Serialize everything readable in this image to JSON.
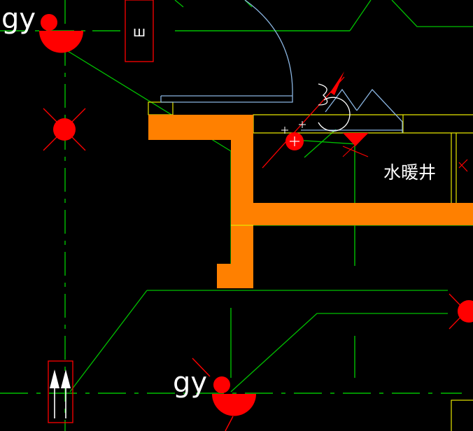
{
  "labels": {
    "gy_top": "gy",
    "gy_bottom": "gy",
    "room": "水暖井",
    "fixture_top": "ш"
  },
  "colors": {
    "background": "#000000",
    "wall": "#ff8000",
    "symbol": "#ff0000",
    "pipe": "#00cc00",
    "outline": "#ffff00",
    "arc": "#8ab4e0",
    "text": "#ffffff"
  },
  "icons": {
    "valve": "red-half-circle-valve",
    "column_marker": "red-circle-cross",
    "riser": "double-arrow-up"
  }
}
